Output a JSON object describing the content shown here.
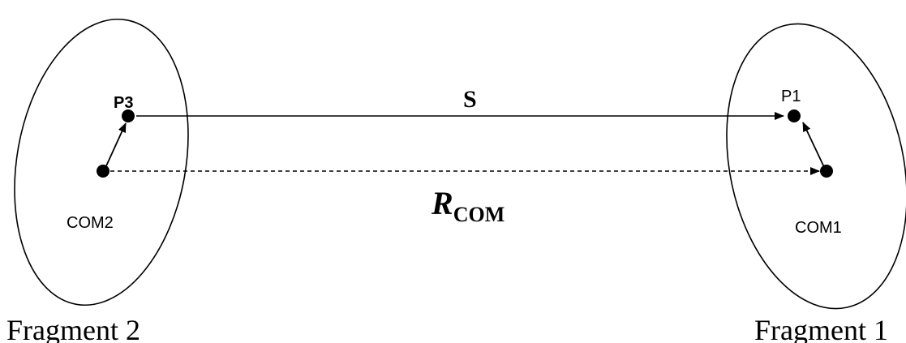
{
  "fragments": [
    {
      "label": "Fragment 2",
      "com_label": "COM2",
      "point_label": "P3"
    },
    {
      "label": "Fragment 1",
      "com_label": "COM1",
      "point_label": "P1"
    }
  ],
  "vectors": {
    "s_label": "S",
    "r_com": {
      "main": "R",
      "sub": "COM"
    }
  },
  "colors": {
    "stroke": "#000000",
    "background": "#ffffff"
  }
}
